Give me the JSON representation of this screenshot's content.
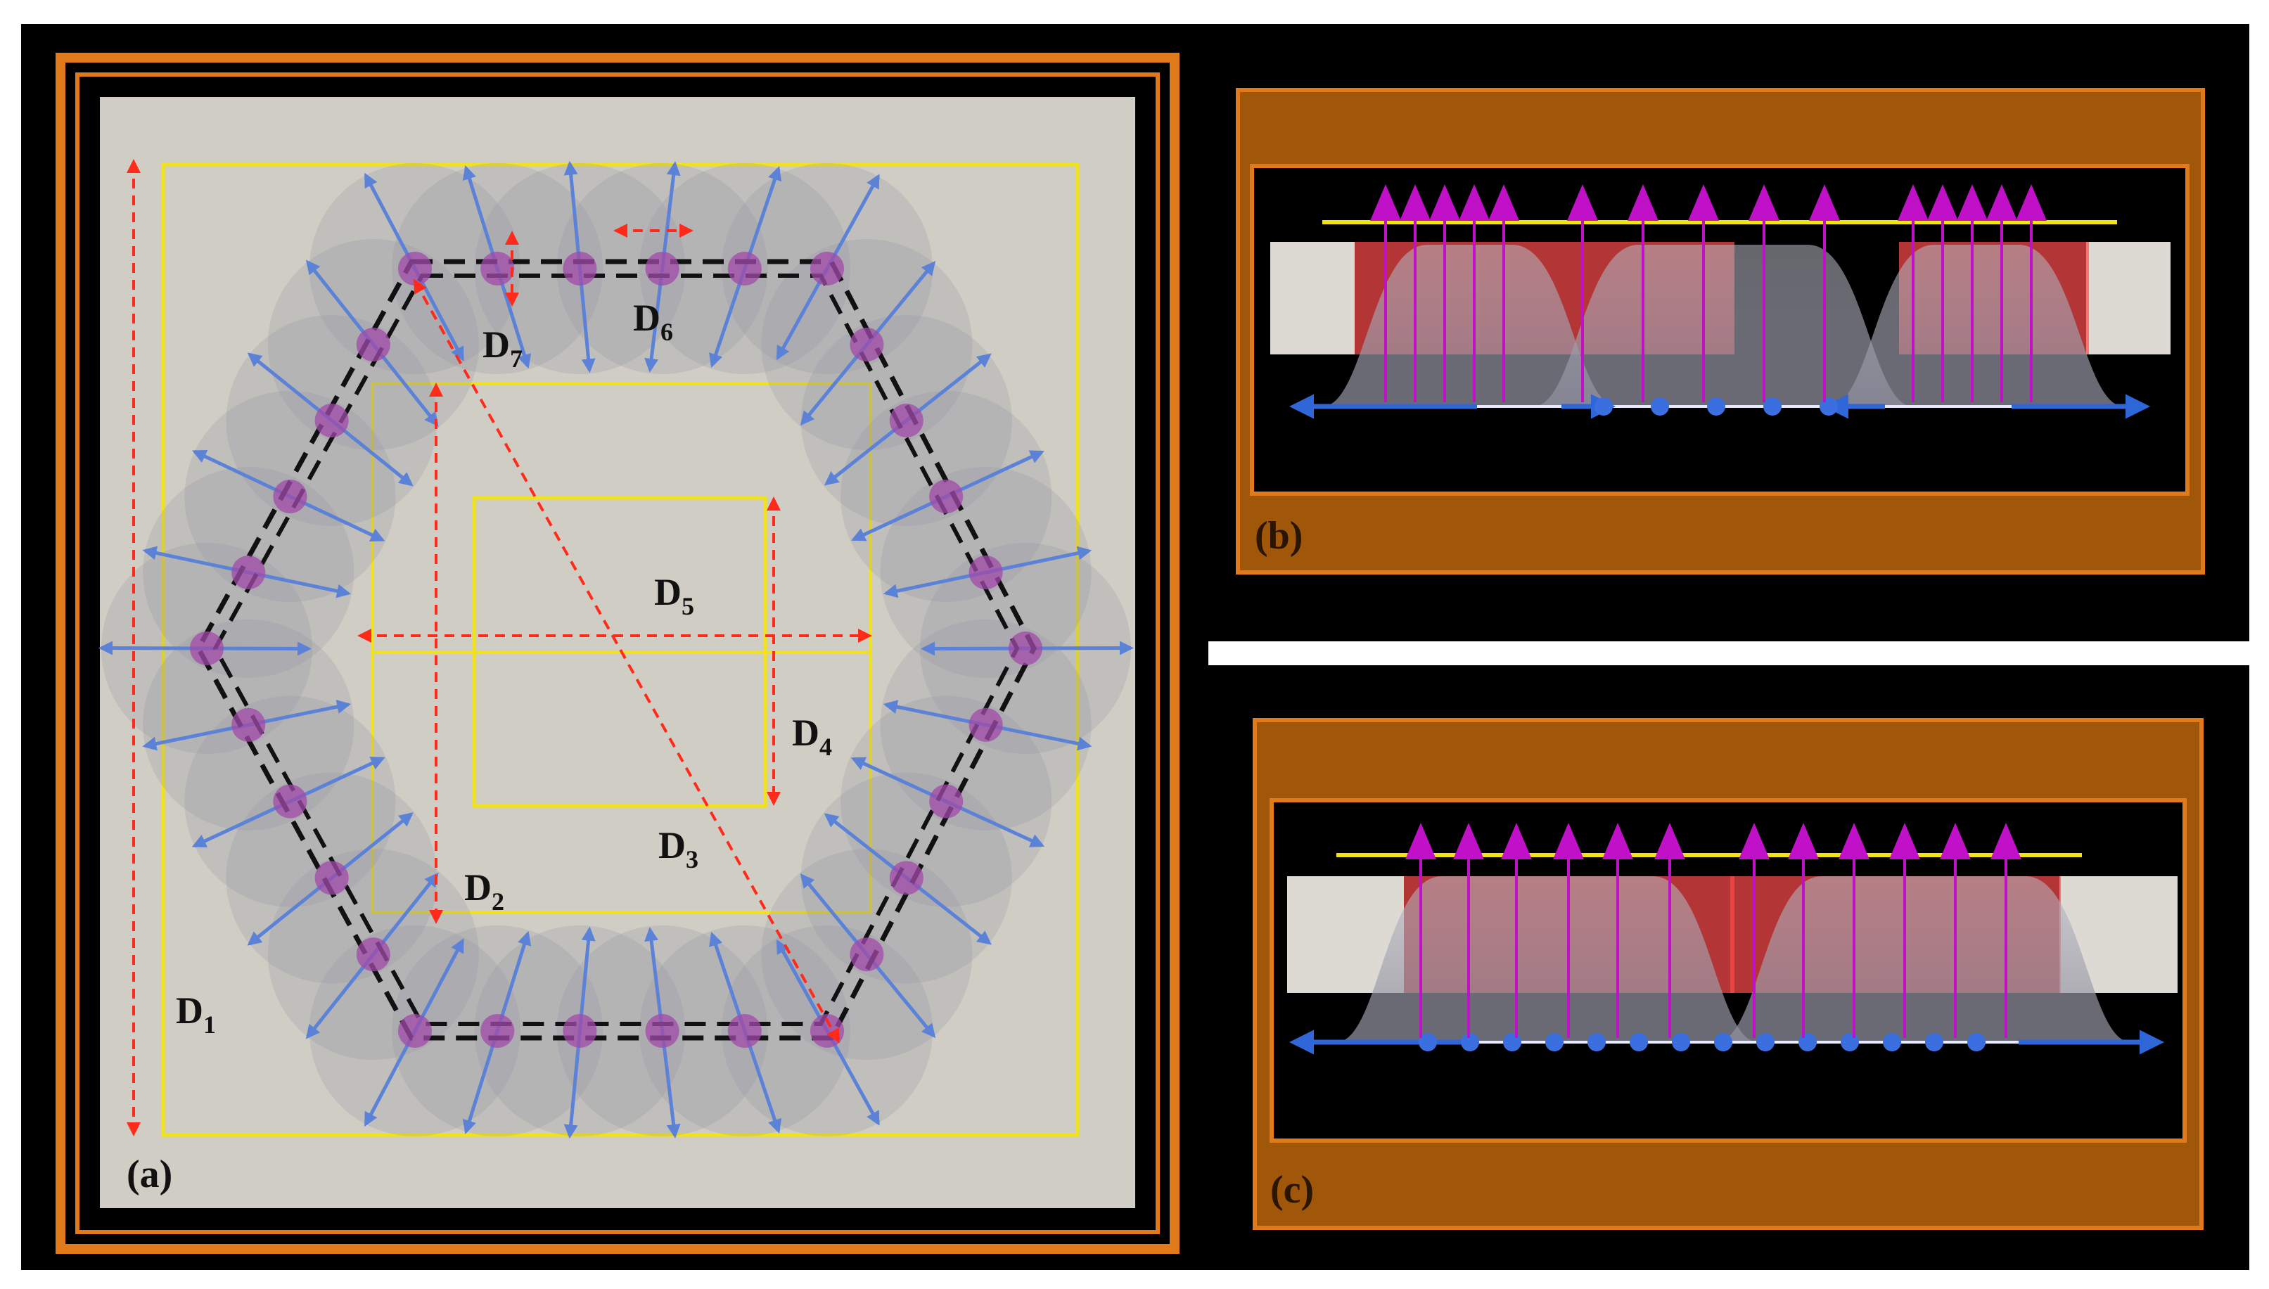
{
  "colors": {
    "background": "#000000",
    "frame_orange": "#e07a1a",
    "frame_brown": "#a0570a",
    "plate": "#cfcdc4",
    "guide_yellow": "#f2e21a",
    "dimension_red": "#ff2a1a",
    "normal_arrow": "#5b82d6",
    "vertex_marker": "#a04aa8",
    "lift_arrow": "#c010c8",
    "influence_disc": "#8c8ca0"
  },
  "panel_a": {
    "panel_label": "(a)",
    "dimensions": {
      "d1": {
        "main": "D",
        "sub": "1"
      },
      "d2": {
        "main": "D",
        "sub": "2"
      },
      "d3": {
        "main": "D",
        "sub": "3"
      },
      "d4": {
        "main": "D",
        "sub": "4"
      },
      "d5": {
        "main": "D",
        "sub": "5"
      },
      "d6": {
        "main": "D",
        "sub": "6"
      },
      "d7": {
        "main": "D",
        "sub": "7"
      }
    }
  },
  "panel_b": {
    "panel_label": "(b)"
  },
  "panel_c": {
    "panel_label": "(c)"
  }
}
